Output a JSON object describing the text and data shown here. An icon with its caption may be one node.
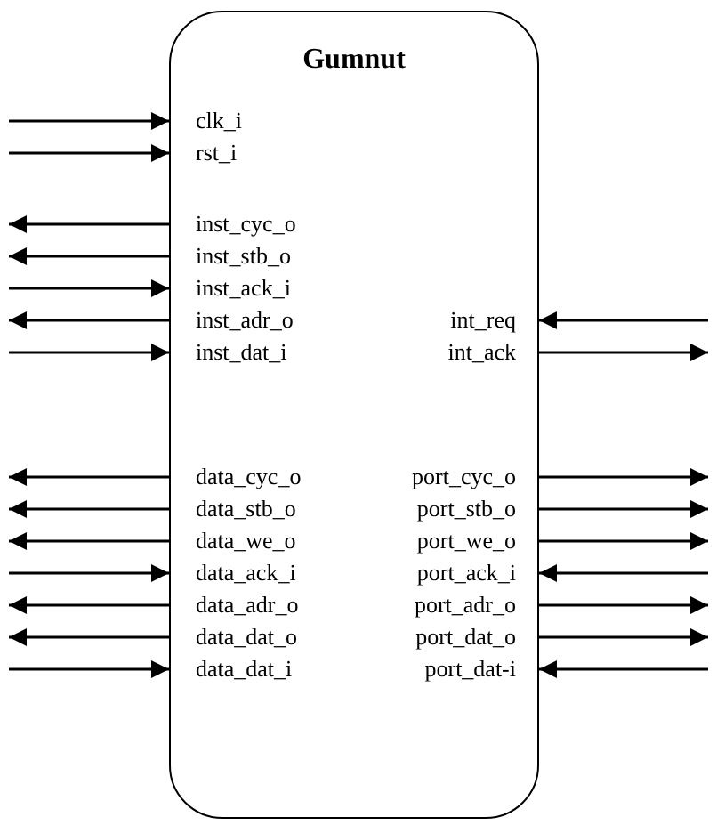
{
  "diagram": {
    "nodes": [
      {
        "text": [
          "Gumnut"
        ]
      },
      {
        "text": [
          "clk_i"
        ],
        "in": 0
      },
      {
        "text": [
          "rst_i"
        ],
        "in": 0
      },
      {
        "text": [
          "inst_cyc_o"
        ],
        "in": 0
      },
      {
        "text": [
          "inst_stb_o"
        ],
        "in": 0
      },
      {
        "text": [
          "inst_ack_i"
        ],
        "in": 0
      },
      {
        "text": [
          "inst_adr_o"
        ],
        "in": 0
      },
      {
        "text": [
          "int_req"
        ],
        "in": 0
      },
      {
        "text": [
          "inst_dat_i"
        ],
        "in": 0
      },
      {
        "text": [
          "int_ack"
        ],
        "in": 0
      },
      {
        "text": [
          "data_cyc_o"
        ],
        "in": 0
      },
      {
        "text": [
          "port_cyc_o"
        ],
        "in": 0
      },
      {
        "text": [
          "data_stb_o"
        ],
        "in": 0
      },
      {
        "text": [
          "port_stb_o"
        ],
        "in": 0
      },
      {
        "text": [
          "data_we_o"
        ],
        "in": 0
      },
      {
        "text": [
          "port_we_o"
        ],
        "in": 0
      },
      {
        "text": [
          "data_ack_i"
        ],
        "in": 0
      },
      {
        "text": [
          "port_ack_i"
        ],
        "in": 0
      },
      {
        "text": [
          "data_adr_o"
        ],
        "in": 0
      },
      {
        "text": [
          "port_adr_o"
        ],
        "in": 0
      },
      {
        "text": [
          "data_dat_o"
        ],
        "in": 0
      },
      {
        "text": [
          "port_dat_o"
        ],
        "in": 0
      },
      {
        "text": [
          "data_dat_i"
        ],
        "in": 0
      },
      {
        "text": [
          "port_dat-i"
        ],
        "in": 0
      }
    ],
    "edges": [
      {
        "from": null,
        "to": 1,
        "arrow": "to"
      },
      {
        "from": null,
        "to": 2,
        "arrow": "to"
      },
      {
        "from": 3,
        "to": null,
        "arrow": "to"
      },
      {
        "from": 4,
        "to": null,
        "arrow": "to"
      },
      {
        "from": null,
        "to": 5,
        "arrow": "to"
      },
      {
        "from": 6,
        "to": null,
        "arrow": "to"
      },
      {
        "from": null,
        "to": 7,
        "arrow": "to"
      },
      {
        "from": null,
        "to": 8,
        "arrow": "to"
      },
      {
        "from": 9,
        "to": null,
        "arrow": "to"
      },
      {
        "from": 10,
        "to": null,
        "arrow": "to"
      },
      {
        "from": 11,
        "to": null,
        "arrow": "to"
      },
      {
        "from": 12,
        "to": null,
        "arrow": "to"
      },
      {
        "from": 13,
        "to": null,
        "arrow": "to"
      },
      {
        "from": 14,
        "to": null,
        "arrow": "to"
      },
      {
        "from": 15,
        "to": null,
        "arrow": "to"
      },
      {
        "from": null,
        "to": 16,
        "arrow": "to"
      },
      {
        "from": null,
        "to": 17,
        "arrow": "to"
      },
      {
        "from": 18,
        "to": null,
        "arrow": "to"
      },
      {
        "from": 19,
        "to": null,
        "arrow": "to"
      },
      {
        "from": 20,
        "to": null,
        "arrow": "to"
      },
      {
        "from": 21,
        "to": null,
        "arrow": "to"
      },
      {
        "from": null,
        "to": 22,
        "arrow": "to"
      },
      {
        "from": null,
        "to": 23,
        "arrow": "to"
      }
    ]
  }
}
